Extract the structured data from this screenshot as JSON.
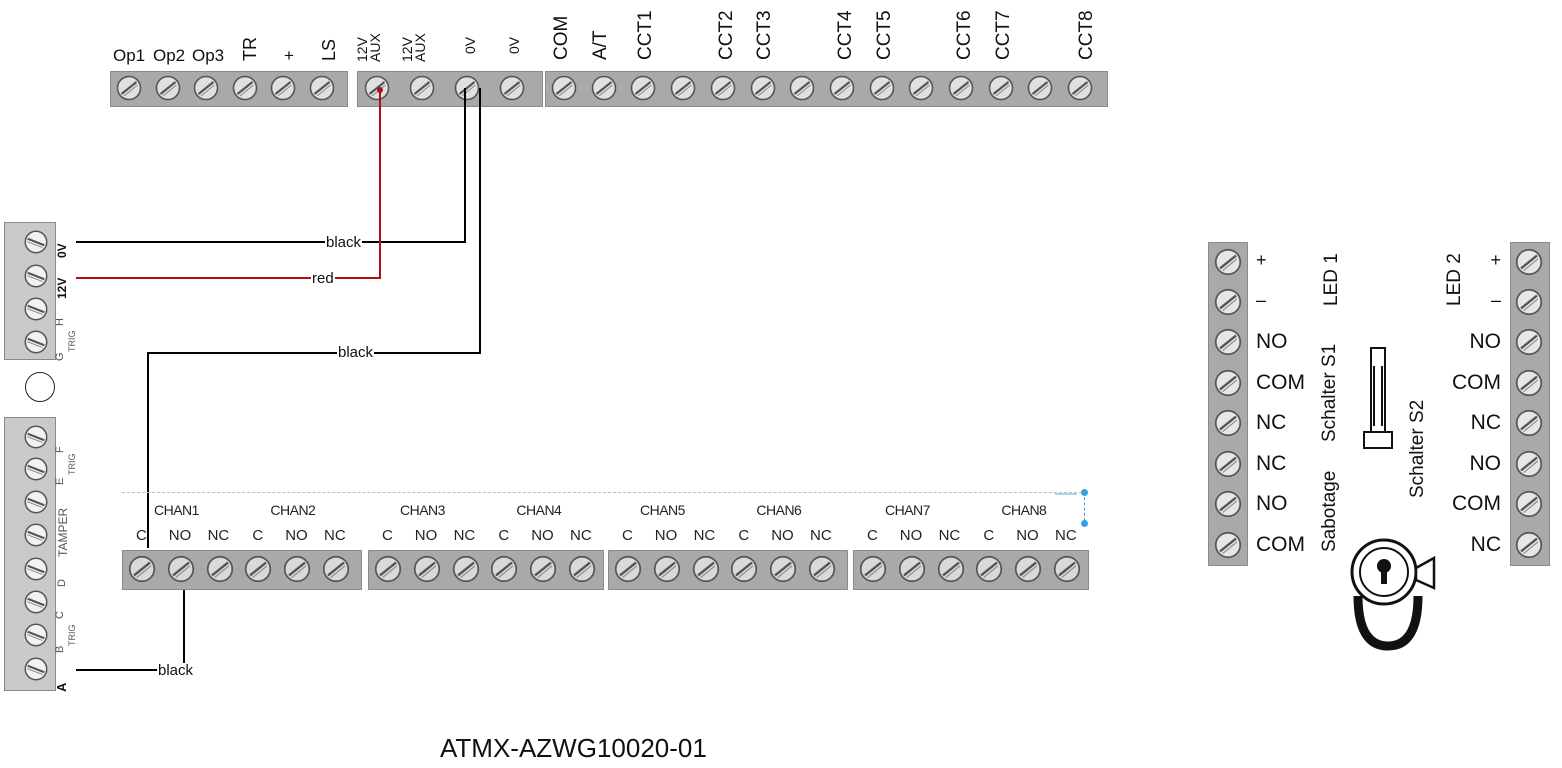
{
  "caption": "ATMX-AZWG10020-01",
  "top_panel": {
    "left_labels": [
      "Op1",
      "Op2",
      "Op3",
      "TR",
      "+",
      "LS"
    ],
    "aux_labels": [
      [
        "12V",
        "AUX"
      ],
      [
        "12V",
        "AUX"
      ],
      "0V",
      "0V"
    ],
    "right_labels": [
      "COM",
      "A/T",
      "CCT1",
      "CCT2",
      "CCT3",
      "CCT4",
      "CCT5",
      "CCT6",
      "CCT7",
      "CCT8"
    ]
  },
  "wires": [
    {
      "label": "black",
      "color": "#000000"
    },
    {
      "label": "red",
      "color": "#b01212"
    },
    {
      "label": "black",
      "color": "#000000"
    },
    {
      "label": "black",
      "color": "#000000"
    }
  ],
  "left_block": {
    "labels": [
      "0V",
      "12V",
      "H",
      "G",
      "F",
      "E",
      "TAMPER",
      "D",
      "C",
      "B",
      "A"
    ],
    "trig": "TRIG"
  },
  "channels": {
    "names": [
      "CHAN1",
      "CHAN2",
      "CHAN3",
      "CHAN4",
      "CHAN5",
      "CHAN6",
      "CHAN7",
      "CHAN8"
    ],
    "sublabels": [
      "C",
      "NO",
      "NC"
    ]
  },
  "relay": {
    "left_labels": [
      "+",
      "–",
      "NO",
      "COM",
      "NC",
      "NC",
      "NO",
      "COM"
    ],
    "right_labels": [
      "+",
      "–",
      "NO",
      "COM",
      "NC",
      "NO",
      "COM",
      "NC"
    ],
    "led1": "LED 1",
    "led2": "LED 2",
    "schalter_s1": "Schalter S1",
    "schalter_s2": "Schalter S2",
    "sabotage": "Sabotage"
  }
}
